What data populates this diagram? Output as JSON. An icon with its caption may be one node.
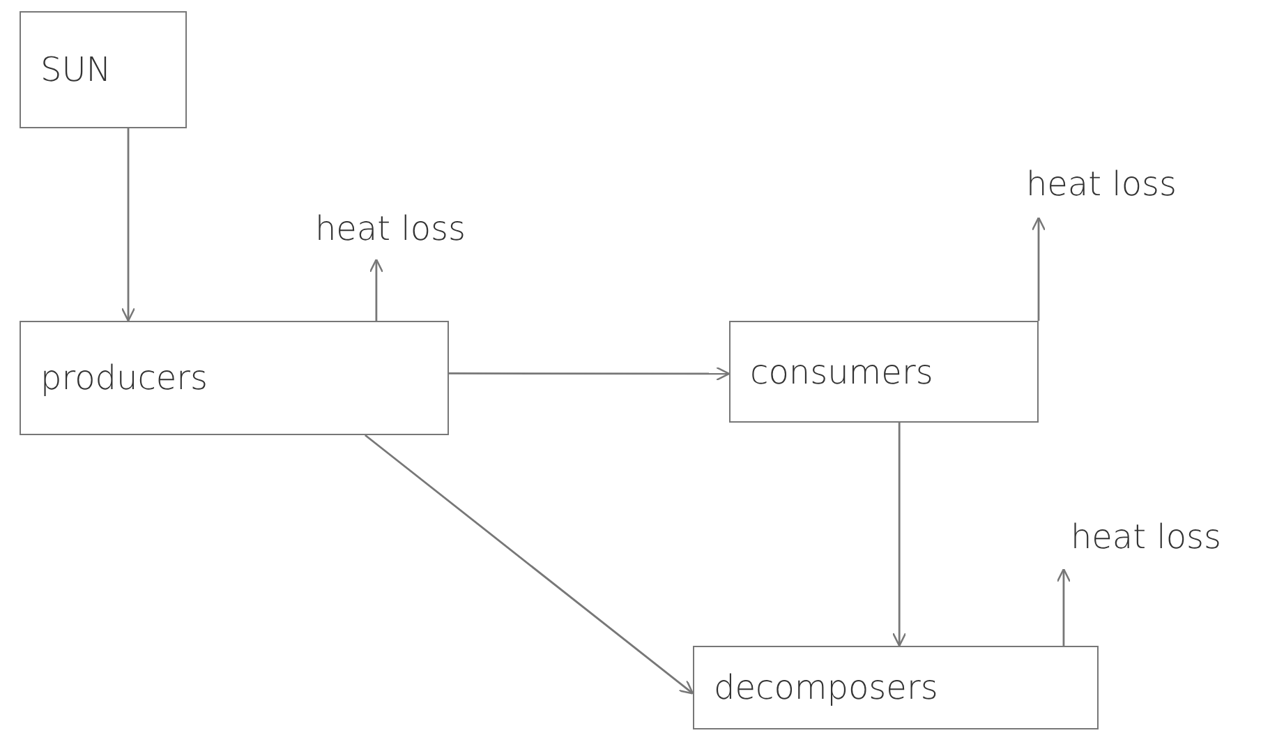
{
  "diagram": {
    "nodes": [
      {
        "text": [
          "SUN"
        ]
      },
      {
        "text": [
          "heat loss"
        ]
      },
      {
        "text": [
          "producers"
        ]
      },
      {
        "text": [
          "heat loss"
        ]
      },
      {
        "text": [
          "consumers"
        ]
      },
      {
        "text": [
          "heat loss"
        ]
      },
      {
        "text": [
          "decomposers"
        ]
      }
    ],
    "edges": [
      {
        "from": 0,
        "to": 2,
        "arrow": "to"
      },
      {
        "from": 2,
        "to": 1,
        "arrow": "to"
      },
      {
        "from": 2,
        "to": 4,
        "arrow": "to"
      },
      {
        "from": 2,
        "to": 6,
        "arrow": "to"
      },
      {
        "from": 4,
        "to": 6,
        "arrow": "to"
      },
      {
        "from": 4,
        "to": 3,
        "arrow": "to"
      },
      {
        "from": 6,
        "to": 5,
        "arrow": "to"
      }
    ]
  }
}
